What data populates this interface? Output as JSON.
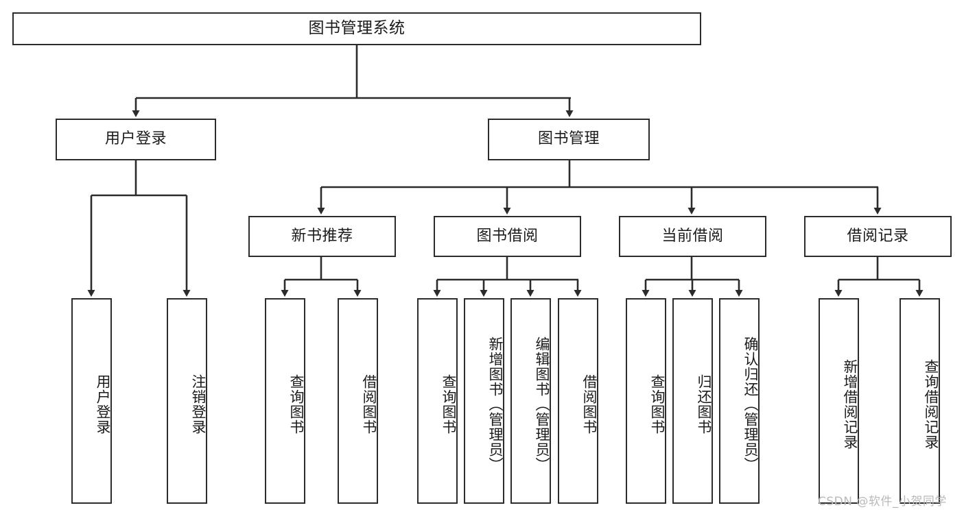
{
  "diagram": {
    "title": "图书管理系统",
    "type": "tree-hierarchy",
    "orientation": "top-down",
    "line_color": "#2b2b2b",
    "box_fill": "#ffffff",
    "text_color": "#1b1b1b",
    "nodes": {
      "root": {
        "label": "图书管理系统"
      },
      "level2": [
        {
          "id": "user-login",
          "label": "用户登录"
        },
        {
          "id": "book-management",
          "label": "图书管理"
        }
      ],
      "level3": [
        {
          "id": "new-book-recommend",
          "label": "新书推荐"
        },
        {
          "id": "book-borrow",
          "label": "图书借阅"
        },
        {
          "id": "current-borrow",
          "label": "当前借阅"
        },
        {
          "id": "borrow-record",
          "label": "借阅记录"
        }
      ],
      "leaves": {
        "user_login": [
          {
            "id": "leaf-user-login",
            "label": "用户登录"
          },
          {
            "id": "leaf-logout",
            "label": "注销登录"
          }
        ],
        "new_book_recommend": [
          {
            "id": "leaf-query-book-1",
            "label": "查询图书"
          },
          {
            "id": "leaf-borrow-book-1",
            "label": "借阅图书"
          }
        ],
        "book_borrow": [
          {
            "id": "leaf-query-book-2",
            "label": "查询图书"
          },
          {
            "id": "leaf-add-book",
            "label": "新增图书（管理员）"
          },
          {
            "id": "leaf-edit-book",
            "label": "编辑图书（管理员）"
          },
          {
            "id": "leaf-borrow-book-2",
            "label": "借阅图书"
          }
        ],
        "current_borrow": [
          {
            "id": "leaf-query-book-3",
            "label": "查询图书"
          },
          {
            "id": "leaf-return-book",
            "label": "归还图书"
          },
          {
            "id": "leaf-confirm-return",
            "label": "确认归还（管理员）"
          }
        ],
        "borrow_record": [
          {
            "id": "leaf-add-record",
            "label": "新增借阅记录"
          },
          {
            "id": "leaf-query-record",
            "label": "查询借阅记录"
          }
        ]
      }
    }
  },
  "watermark": {
    "text": "CSDN @软件_小贺同学",
    "color": "#b9b9b9"
  }
}
